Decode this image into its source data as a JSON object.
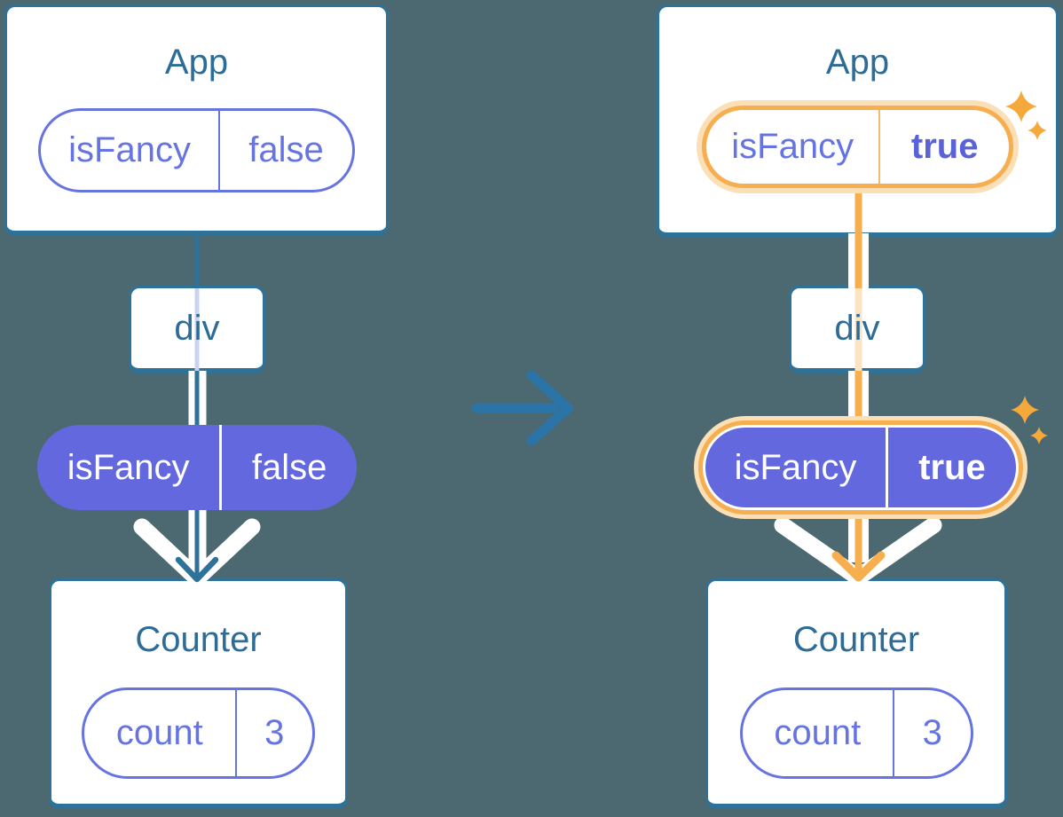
{
  "colors": {
    "background": "#4C6871",
    "card_border": "#2E7199",
    "title_text": "#2D6C96",
    "purple": "#6674E2",
    "purple_fill": "#6468DE",
    "purple_bold": "#5A62D8",
    "orange": "#F6AE4F",
    "orange_glow": "#FBDFB6",
    "orange_divider": "#F6BA69",
    "sparkle": "#F5A93B",
    "teal_line": "#2E7199",
    "center_arrow": "#2B74A8",
    "lavender_line": "#C9D4EC",
    "peach_line": "#FBE4C4"
  },
  "before": {
    "app": {
      "title": "App",
      "prop": {
        "key": "isFancy",
        "value": "false"
      }
    },
    "container": {
      "label": "div"
    },
    "context": {
      "key": "isFancy",
      "value": "false"
    },
    "counter": {
      "title": "Counter",
      "prop": {
        "key": "count",
        "value": "3"
      }
    }
  },
  "after": {
    "app": {
      "title": "App",
      "prop": {
        "key": "isFancy",
        "value": "true"
      }
    },
    "container": {
      "label": "div"
    },
    "context": {
      "key": "isFancy",
      "value": "true"
    },
    "counter": {
      "title": "Counter",
      "prop": {
        "key": "count",
        "value": "3"
      }
    }
  }
}
